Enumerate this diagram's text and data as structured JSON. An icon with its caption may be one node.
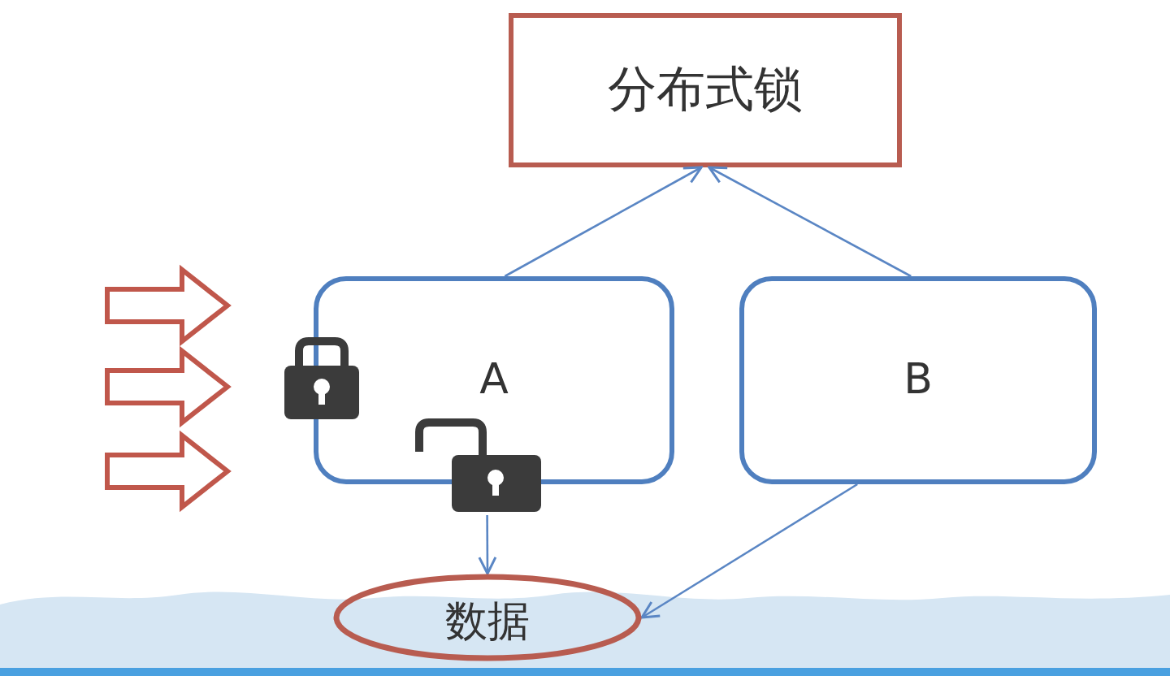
{
  "diagram": {
    "nodes": [
      {
        "text": [
          "分布式锁"
        ]
      },
      {
        "text": [
          "A"
        ]
      },
      {
        "text": [
          "B"
        ]
      },
      {
        "text": [
          "数据"
        ]
      },
      {
        "text": [],
        "shape": "lock"
      }
    ],
    "edges": [
      {
        "from": 1,
        "to": 0,
        "arrow": "to"
      },
      {
        "from": 2,
        "to": 0,
        "arrow": "to"
      },
      {
        "from": 4,
        "to": 3,
        "arrow": "to"
      },
      {
        "from": 2,
        "to": 3,
        "arrow": "to"
      }
    ]
  }
}
